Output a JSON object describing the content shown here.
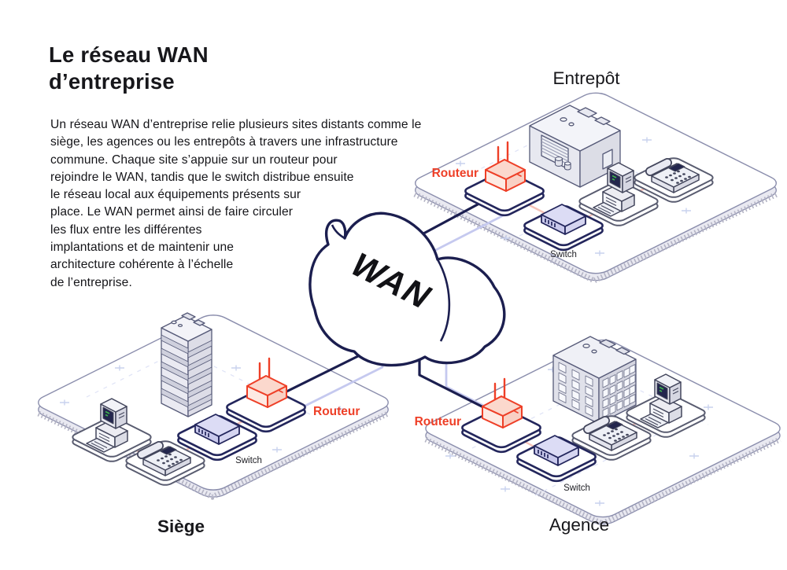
{
  "title": {
    "line1": "Le réseau WAN",
    "line2": "d’entreprise"
  },
  "intro": {
    "lines": [
      "Un réseau WAN d’entreprise relie plusieurs sites distants comme le",
      "siège, les agences ou les entrepôts à travers une infrastructure",
      "commune. Chaque site s’appuie sur un routeur pour",
      "rejoindre le WAN, tandis que le switch distribue ensuite",
      "le réseau local aux équipements présents sur",
      "place. Le WAN permet ainsi de faire circuler",
      "les flux entre les différentes",
      "implantations et de maintenir une",
      "architecture cohérente à l’échelle",
      "de l’entreprise."
    ]
  },
  "cloud": {
    "label": "WAN"
  },
  "sites": {
    "entrepot": {
      "name": "Entrepôt",
      "router": "Routeur",
      "switch": "Switch"
    },
    "siege": {
      "name": "Siège",
      "router": "Routeur",
      "switch": "Switch"
    },
    "agence": {
      "name": "Agence",
      "router": "Routeur",
      "switch": "Switch"
    }
  },
  "colors": {
    "accent_red": "#ee3f27",
    "navy_line": "#1b1e4f",
    "lavender_line": "#c5c9ef",
    "switch_fill": "#dcdcf5"
  }
}
